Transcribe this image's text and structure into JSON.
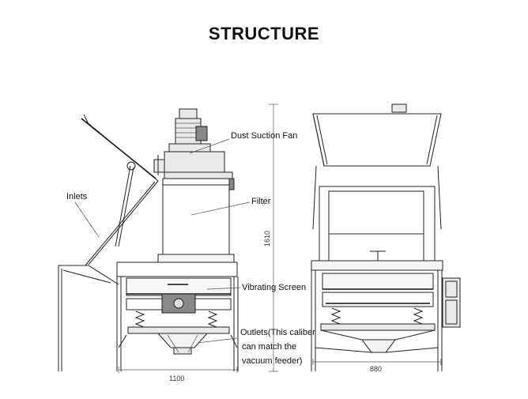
{
  "title": "STRUCTURE",
  "labels": {
    "dust_suction_fan": "Dust Suction Fan",
    "filter": "Filter",
    "inlets": "Inlets",
    "vibrating_screen": "Vibrating Screen",
    "outlets_line1": "Outlets(This caliber",
    "outlets_line2": "can match the",
    "outlets_line3": "vacuum feeder)"
  },
  "dimensions": {
    "width_left": "1100",
    "height": "1610",
    "width_right": "880"
  }
}
